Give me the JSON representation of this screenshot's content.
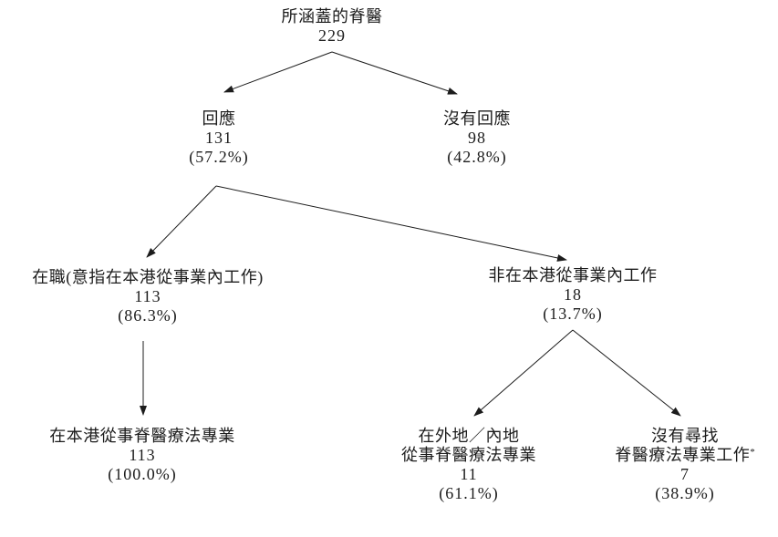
{
  "diagram": {
    "description": "流程圖：所涵蓋的脊醫調查結果分佈",
    "colors": {
      "background": "#ffffff",
      "text": "#1c1c1c",
      "line": "#1c1c1c"
    },
    "nodes": {
      "root": {
        "label": "所涵蓋的脊醫",
        "count": "229"
      },
      "responded": {
        "label": "回應",
        "count": "131",
        "percent": "(57.2%)"
      },
      "no_response": {
        "label": "沒有回應",
        "count": "98",
        "percent": "(42.8%)"
      },
      "working": {
        "label": "在職(意指在本港從事業內工作)",
        "count": "113",
        "percent": "(86.3%)"
      },
      "not_working": {
        "label": "非在本港從事業內工作",
        "count": "18",
        "percent": "(13.7%)"
      },
      "practising_hk": {
        "label": "在本港從事脊醫療法專業",
        "count": "113",
        "percent": "(100.0%)"
      },
      "practising_abroad": {
        "label_line1": "在外地／內地",
        "label_line2": "從事脊醫療法專業",
        "count": "11",
        "percent": "(61.1%)"
      },
      "not_seeking": {
        "label_line1": "沒有尋找",
        "label_line2": "脊醫療法專業工作",
        "footnote_marker": "*",
        "count": "7",
        "percent": "(38.9%)"
      }
    },
    "edges": [
      {
        "from": "root",
        "to": "responded"
      },
      {
        "from": "root",
        "to": "no_response"
      },
      {
        "from": "responded",
        "to": "working"
      },
      {
        "from": "responded",
        "to": "not_working"
      },
      {
        "from": "working",
        "to": "practising_hk"
      },
      {
        "from": "not_working",
        "to": "practising_abroad"
      },
      {
        "from": "not_working",
        "to": "not_seeking"
      }
    ]
  }
}
